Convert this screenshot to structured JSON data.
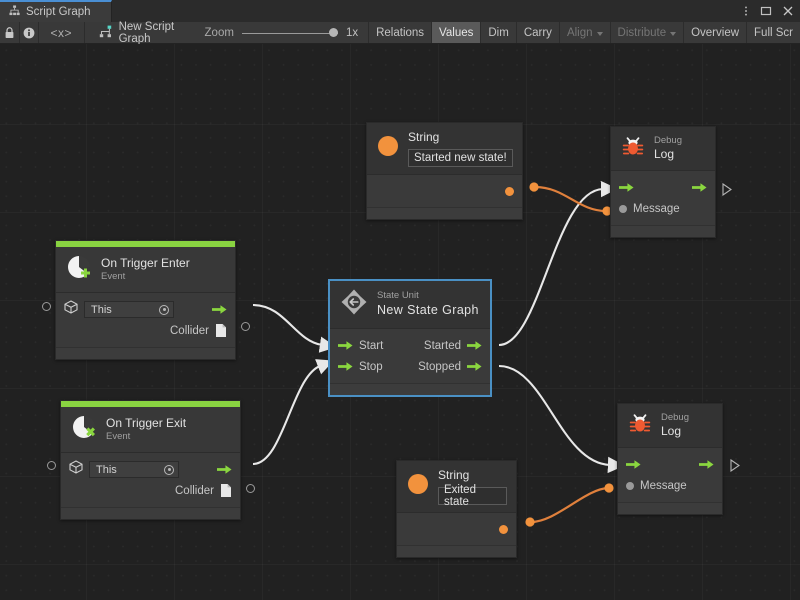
{
  "window": {
    "tab_label": "Script Graph",
    "tab_icon": "graph-hierarchy-icon",
    "menu_icon": "kebab-menu-icon",
    "maximize_icon": "maximize-icon",
    "close_icon": "close-icon"
  },
  "toolbar": {
    "lock_icon": "lock-icon",
    "info_icon": "info-icon",
    "code_label": "<x>",
    "graph_icon": "script-graph-icon",
    "graph_name": "New Script Graph",
    "zoom_label": "Zoom",
    "zoom_value": "1x",
    "zoom_slider_percent": 100,
    "buttons": [
      {
        "label": "Relations",
        "state": "normal",
        "caret": false
      },
      {
        "label": "Values",
        "state": "active",
        "caret": false
      },
      {
        "label": "Dim",
        "state": "normal",
        "caret": false
      },
      {
        "label": "Carry",
        "state": "normal",
        "caret": false
      },
      {
        "label": "Align",
        "state": "disabled",
        "caret": true
      },
      {
        "label": "Distribute",
        "state": "disabled",
        "caret": true
      },
      {
        "label": "Overview",
        "state": "normal",
        "caret": false
      },
      {
        "label": "Full Scr",
        "state": "normal",
        "caret": false
      }
    ]
  },
  "colors": {
    "accent_green": "#89d341",
    "accent_orange": "#f2923d",
    "selection_blue": "#4a90c4",
    "canvas_bg": "#212121",
    "node_bg": "#383838",
    "wire_flow": "#e8e8e8",
    "wire_value": "#e0803c"
  },
  "nodes": {
    "string_top": {
      "icon": "string-value-icon",
      "title": "String",
      "value": "Started new state!"
    },
    "debug_log_top": {
      "icon": "debug-bug-icon",
      "subtitle": "Debug",
      "title": "Log",
      "input_port": "Message"
    },
    "on_trigger_enter": {
      "icon": "event-enter-icon",
      "title": "On Trigger Enter",
      "subtitle": "Event",
      "target_icon": "gameobject-cube-icon",
      "target_value": "This",
      "output_port": "Collider",
      "collider_icon": "collider-file-icon"
    },
    "state_unit": {
      "icon": "state-unit-icon",
      "subtitle": "State Unit",
      "title": "New  State  Graph",
      "selected": true,
      "inputs": [
        "Start",
        "Stop"
      ],
      "outputs": [
        "Started",
        "Stopped"
      ]
    },
    "on_trigger_exit": {
      "icon": "event-exit-icon",
      "title": "On Trigger Exit",
      "subtitle": "Event",
      "target_icon": "gameobject-cube-icon",
      "target_value": "This",
      "output_port": "Collider",
      "collider_icon": "collider-file-icon"
    },
    "string_bottom": {
      "icon": "string-value-icon",
      "title": "String",
      "value": "Exited state"
    },
    "debug_log_bottom": {
      "icon": "debug-bug-icon",
      "subtitle": "Debug",
      "title": "Log",
      "input_port": "Message"
    }
  }
}
